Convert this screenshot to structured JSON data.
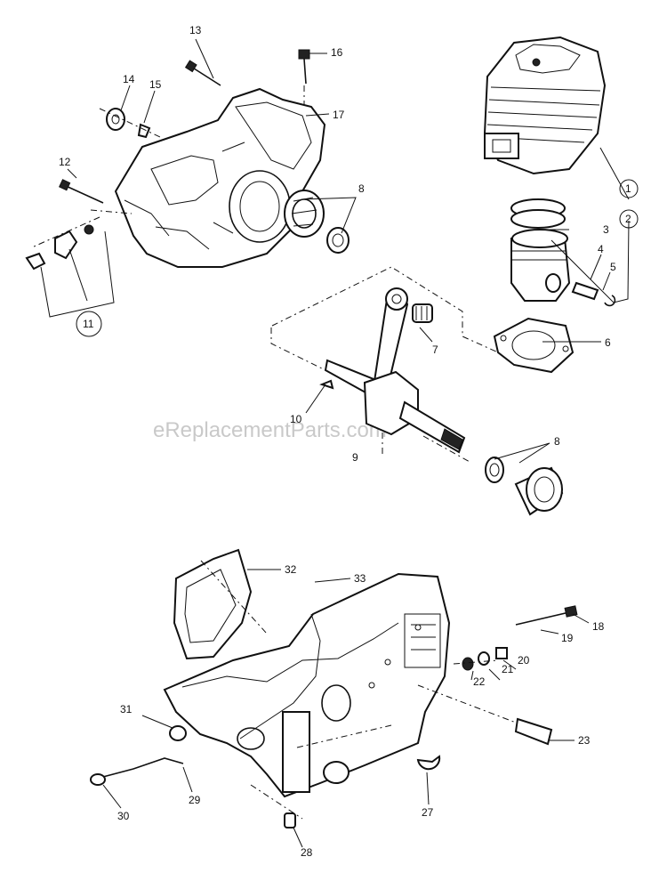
{
  "watermark": "eReplacementParts.com",
  "callouts": [
    {
      "id": "c1",
      "label": "1",
      "circled": true
    },
    {
      "id": "c2",
      "label": "2",
      "circled": true
    },
    {
      "id": "c3",
      "label": "3"
    },
    {
      "id": "c4",
      "label": "4"
    },
    {
      "id": "c5",
      "label": "5"
    },
    {
      "id": "c6",
      "label": "6"
    },
    {
      "id": "c7",
      "label": "7"
    },
    {
      "id": "c8a",
      "label": "8"
    },
    {
      "id": "c8b",
      "label": "8"
    },
    {
      "id": "c9",
      "label": "9"
    },
    {
      "id": "c10",
      "label": "10"
    },
    {
      "id": "c11",
      "label": "11",
      "circled": true
    },
    {
      "id": "c12",
      "label": "12"
    },
    {
      "id": "c13",
      "label": "13"
    },
    {
      "id": "c14",
      "label": "14"
    },
    {
      "id": "c15",
      "label": "15"
    },
    {
      "id": "c16",
      "label": "16"
    },
    {
      "id": "c17",
      "label": "17"
    },
    {
      "id": "c18",
      "label": "18"
    },
    {
      "id": "c19",
      "label": "19"
    },
    {
      "id": "c20",
      "label": "20"
    },
    {
      "id": "c21",
      "label": "21"
    },
    {
      "id": "c22",
      "label": "22"
    },
    {
      "id": "c23",
      "label": "23"
    },
    {
      "id": "c27",
      "label": "27"
    },
    {
      "id": "c28",
      "label": "28"
    },
    {
      "id": "c29",
      "label": "29"
    },
    {
      "id": "c30",
      "label": "30"
    },
    {
      "id": "c31",
      "label": "31"
    },
    {
      "id": "c32",
      "label": "32"
    },
    {
      "id": "c33",
      "label": "33"
    }
  ]
}
